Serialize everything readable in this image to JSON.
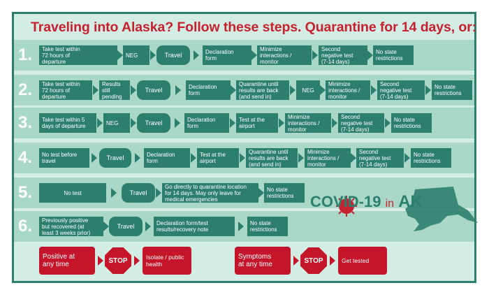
{
  "title": "Traveling into Alaska? Follow these steps. Quarantine for 14 days, or:",
  "rows": [
    {
      "number": "1.",
      "steps": [
        "Take test within\n72 hours of\ndeparture",
        "NEG",
        "Travel",
        "Declaration\nform",
        "Minimize\ninteractions /\nmonitor",
        "Second\nnegative test\n(7-14 days)",
        "No state\nrestrictions"
      ]
    },
    {
      "number": "2.",
      "steps": [
        "Take test within\n72 hours of\ndeparture",
        "Results\nstill\npending",
        "Travel",
        "Declaration\nform",
        "Quarantine until\nresults are back\n(and send in)",
        "NEG",
        "Minimize\ninteractions /\nmonitor",
        "Second\nnegative test\n(7-14 days)",
        "No state\nrestrictions"
      ]
    },
    {
      "number": "3.",
      "steps": [
        "Take test within 5\ndays of departure",
        "NEG",
        "Travel",
        "Declaration\nform",
        "Test at the\nairport",
        "Minimize\ninteractions /\nmonitor",
        "Second\nnegative test\n(7-14 days)",
        "No state\nrestrictions"
      ]
    },
    {
      "number": "4.",
      "steps": [
        "No test before\ntravel",
        "Travel",
        "Declaration\nform",
        "Test at the\nairport",
        "Quarantine until\nresults are back\n(and send in)",
        "Minimize\ninteractions /\nmonitor",
        "Second\nnegative test\n(7-14 days)",
        "No state\nrestrictions"
      ]
    },
    {
      "number": "5.",
      "steps": [
        "No test",
        "Travel",
        "Go directly to quarantine location\nfor 14 days.  May only leave for\nmedical emergencies",
        "No state\nrestrictions"
      ]
    },
    {
      "number": "6.",
      "steps": [
        "Previously positive\nbut recovered (at\nleast 3 weeks prior)",
        "Travel",
        "Declaration form/test\nresults/recovery note",
        "No state\nrestrictions"
      ]
    }
  ],
  "alerts": [
    {
      "condition": "Positive at\nany time",
      "stop": "STOP",
      "action": "Isolate / public\nhealth"
    },
    {
      "condition": "Symptoms\nat any time",
      "stop": "STOP",
      "action": "Get tested"
    }
  ],
  "logo": {
    "main": "COVID-19",
    "suffix": "in",
    "state": "AK"
  },
  "colors": {
    "teal": "#2d7f6d",
    "band": "#a9d8c9",
    "background": "#d4ede4",
    "red": "#c4152b",
    "title_red": "#c7202f"
  }
}
